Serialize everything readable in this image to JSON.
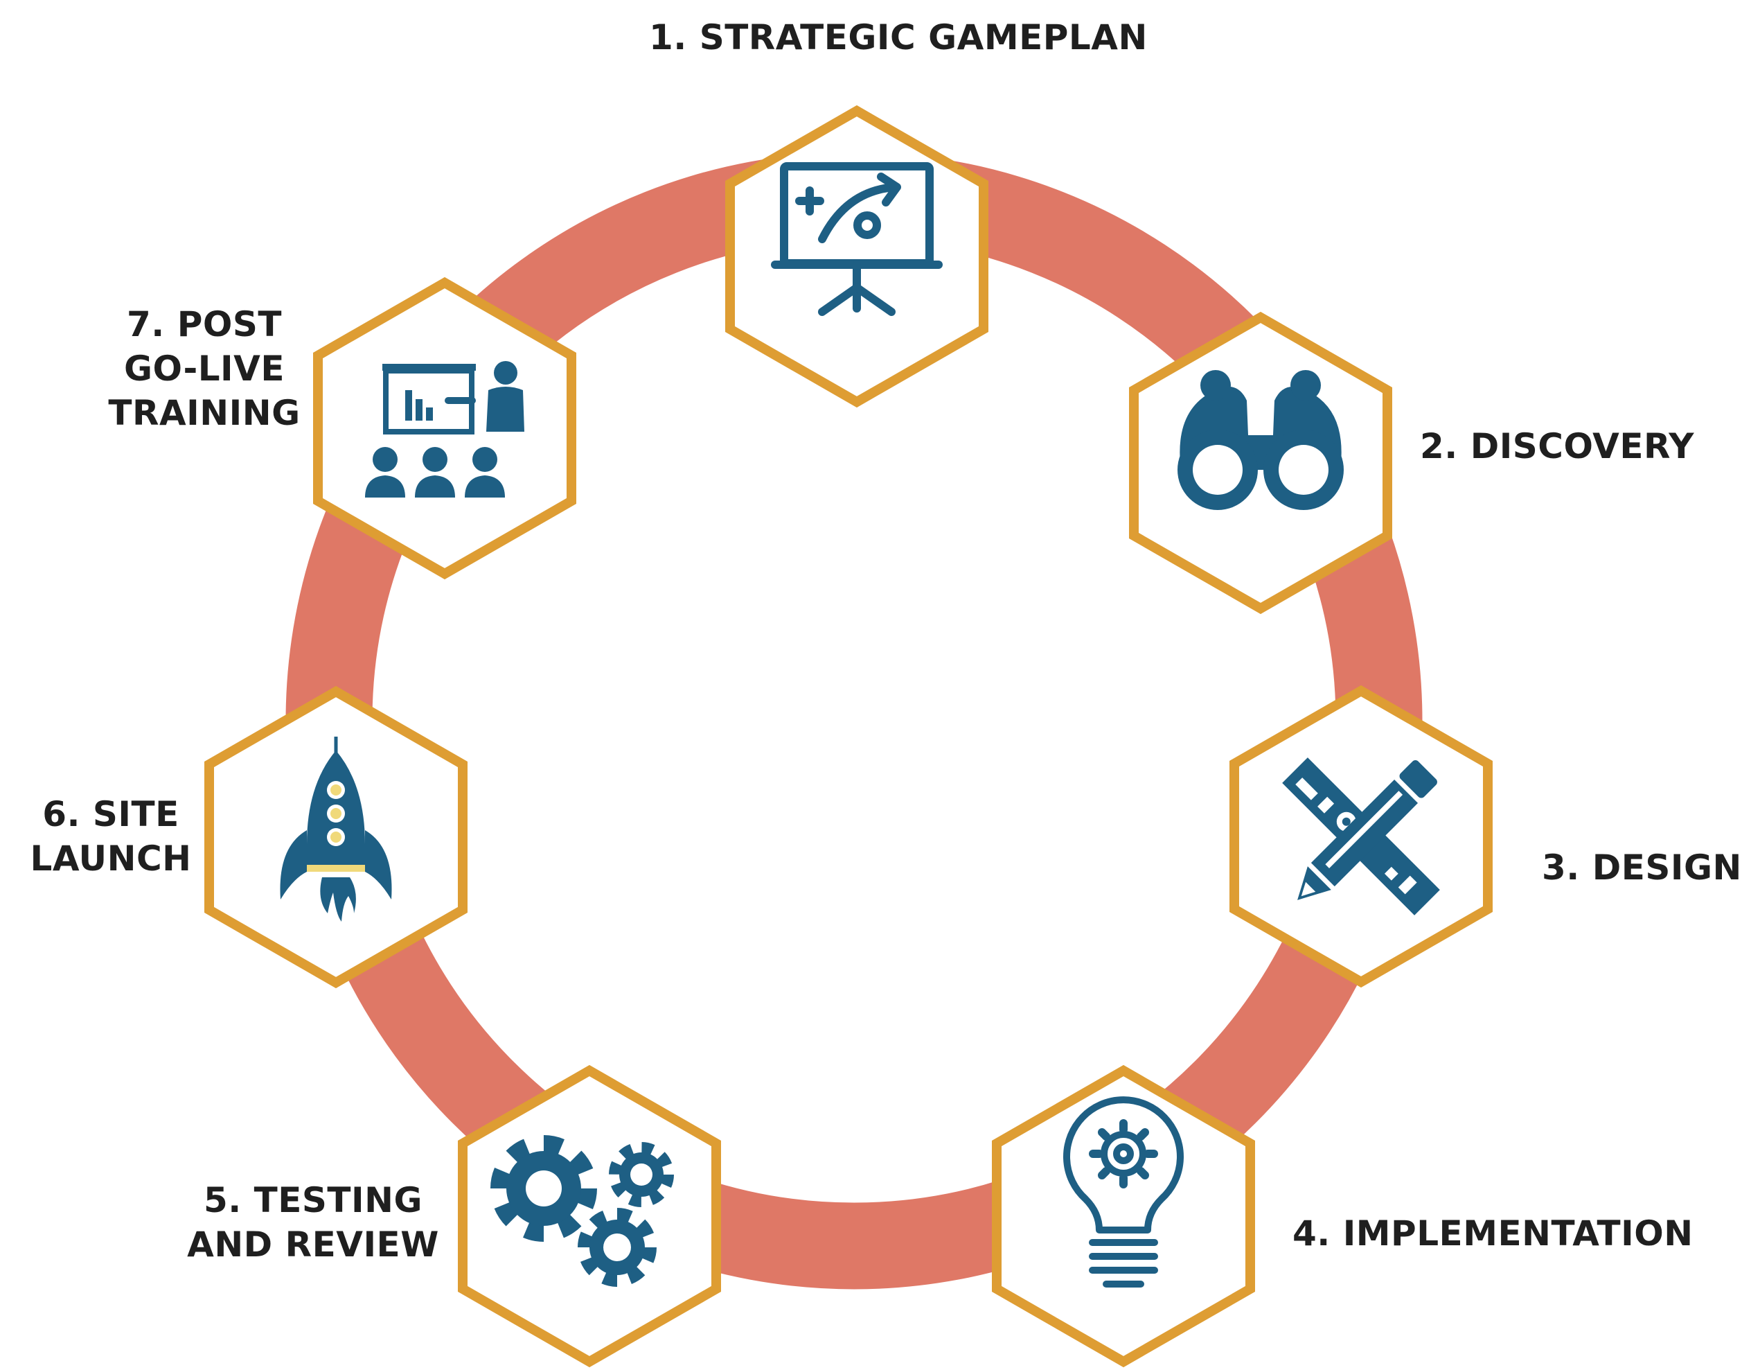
{
  "colors": {
    "ring": "#DF7866",
    "hex_border": "#DE9D33",
    "icon": "#1E5F84",
    "accent": "#F0D97A",
    "text": "#1f1f1f"
  },
  "steps": [
    {
      "lines": [
        "1. STRATEGIC GAMEPLAN"
      ],
      "icon": "strategy-board-icon"
    },
    {
      "lines": [
        "2. DISCOVERY"
      ],
      "icon": "binoculars-icon"
    },
    {
      "lines": [
        "3. DESIGN"
      ],
      "icon": "pencil-ruler-icon"
    },
    {
      "lines": [
        "4. IMPLEMENTATION"
      ],
      "icon": "lightbulb-gear-icon"
    },
    {
      "lines": [
        "5. TESTING",
        "AND REVIEW"
      ],
      "icon": "gears-icon"
    },
    {
      "lines": [
        "6. SITE",
        "LAUNCH"
      ],
      "icon": "rocket-icon"
    },
    {
      "lines": [
        "7. POST",
        "GO-LIVE",
        "TRAINING"
      ],
      "icon": "presentation-training-icon"
    }
  ]
}
